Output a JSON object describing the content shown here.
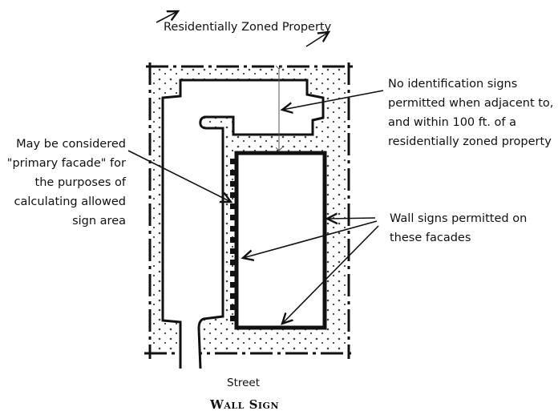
{
  "top_label": "Residentially Zoned Property",
  "note_no_signs": [
    "No identification signs",
    "permitted when adjacent to,",
    "and within 100 ft. of a",
    "residentially zoned property"
  ],
  "note_primary": [
    "May be considered",
    "\"primary facade\" for",
    "the purposes of",
    "calculating allowed",
    "sign area"
  ],
  "note_wall": [
    "Wall signs permitted on",
    "these facades"
  ],
  "street_label": "Street",
  "caption": "Wall Sign"
}
